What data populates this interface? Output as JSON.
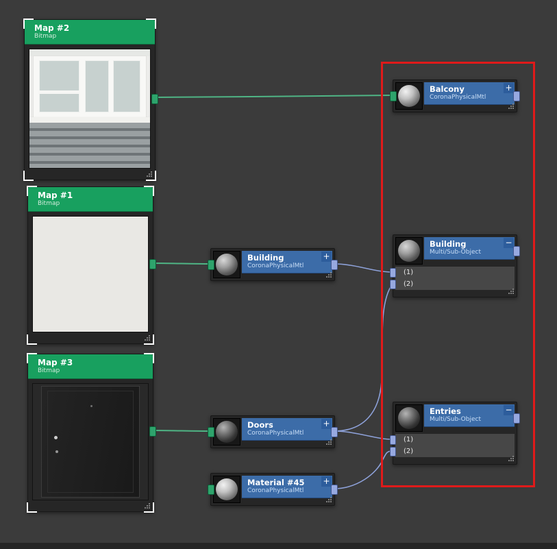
{
  "editor": {
    "name": "material-node-graph"
  },
  "colors": {
    "canvas_bg": "#3B3B3B",
    "map_header_green": "#18A05F",
    "mtl_header_blue": "#3C6CA8",
    "wire_green": "#4FB585",
    "wire_blue": "#8EA2DA",
    "annotation_red": "#E01A1A",
    "slot_bg": "#474747"
  },
  "nodes": {
    "map2": {
      "title": "Map #2",
      "subtitle": "Bitmap",
      "preview": "balcony-window-photo"
    },
    "map1": {
      "title": "Map #1",
      "subtitle": "Bitmap",
      "preview": "building-facade-photo"
    },
    "map3": {
      "title": "Map #3",
      "subtitle": "Bitmap",
      "preview": "dark-door-photo"
    },
    "balcony": {
      "title": "Balcony",
      "subtitle": "CoronaPhysicalMtl",
      "button": "+"
    },
    "building_mtl": {
      "title": "Building",
      "subtitle": "CoronaPhysicalMtl",
      "button": "+"
    },
    "doors_mtl": {
      "title": "Doors",
      "subtitle": "CoronaPhysicalMtl",
      "button": "+"
    },
    "material45": {
      "title": "Material #45",
      "subtitle": "CoronaPhysicalMtl",
      "button": "+"
    },
    "building_ms": {
      "title": "Building",
      "subtitle": "Multi/Sub-Object",
      "button": "−",
      "slots": [
        "(1)",
        "(2)"
      ]
    },
    "entries_ms": {
      "title": "Entries",
      "subtitle": "Multi/Sub-Object",
      "button": "−",
      "slots": [
        "(1)",
        "(2)"
      ]
    }
  },
  "connections": [
    {
      "from": "map2.output",
      "to": "balcony.input",
      "color": "green"
    },
    {
      "from": "map1.output",
      "to": "building_mtl.input",
      "color": "green"
    },
    {
      "from": "map3.output",
      "to": "doors_mtl.input",
      "color": "green"
    },
    {
      "from": "building_mtl.output",
      "to": "building_ms.slot1",
      "color": "blue"
    },
    {
      "from": "doors_mtl.output",
      "to": "building_ms.slot2",
      "color": "blue"
    },
    {
      "from": "doors_mtl.output",
      "to": "entries_ms.slot1",
      "color": "blue"
    },
    {
      "from": "material45.output",
      "to": "entries_ms.slot2",
      "color": "blue"
    }
  ]
}
